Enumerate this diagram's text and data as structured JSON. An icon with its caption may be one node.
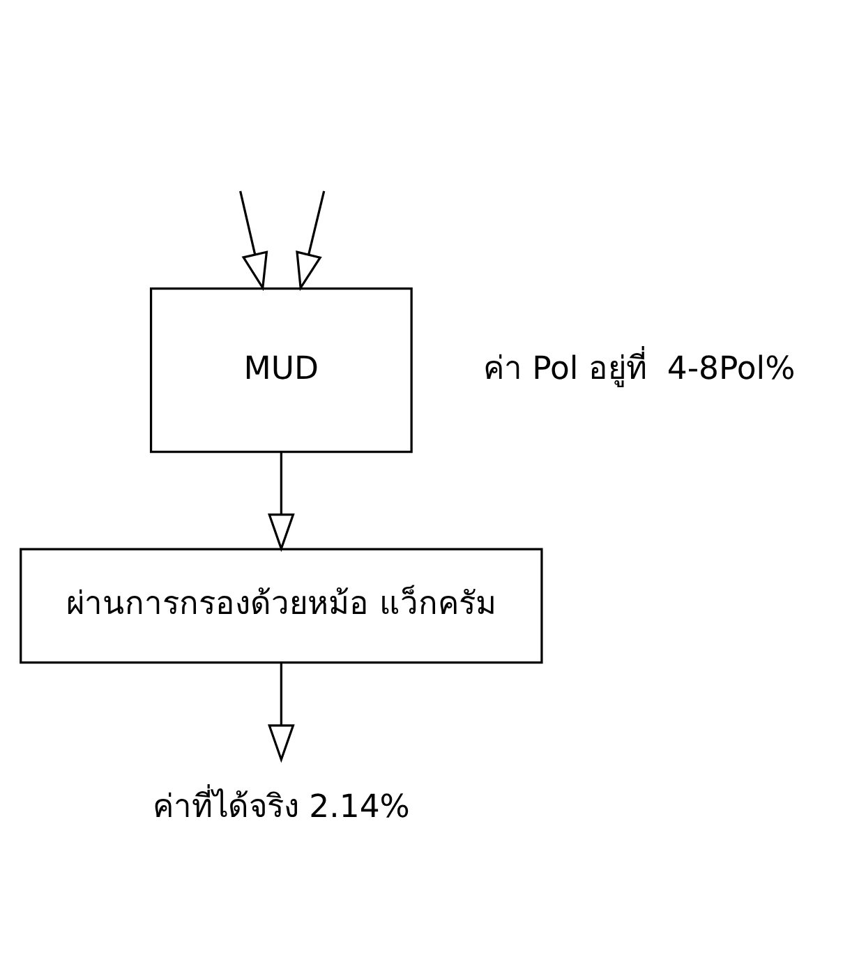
{
  "diagram": {
    "nodes": [
      {
        "text": [
          "MUD"
        ],
        "beside": [
          "ค่า Pol อยู่ที่  4-8Pol%"
        ]
      },
      {
        "text": [
          "ผ่านการกรองด้วยหม้อ แว็กครัม"
        ]
      },
      {
        "text": [
          "ค่าที่ได้จริง 2.14%"
        ]
      }
    ],
    "edges": [
      {
        "from": null,
        "to": 0,
        "arrow": "to"
      },
      {
        "from": null,
        "to": 0,
        "arrow": "to"
      },
      {
        "from": 0,
        "to": 1,
        "arrow": "to"
      },
      {
        "from": 1,
        "to": 2,
        "arrow": "to"
      }
    ]
  }
}
